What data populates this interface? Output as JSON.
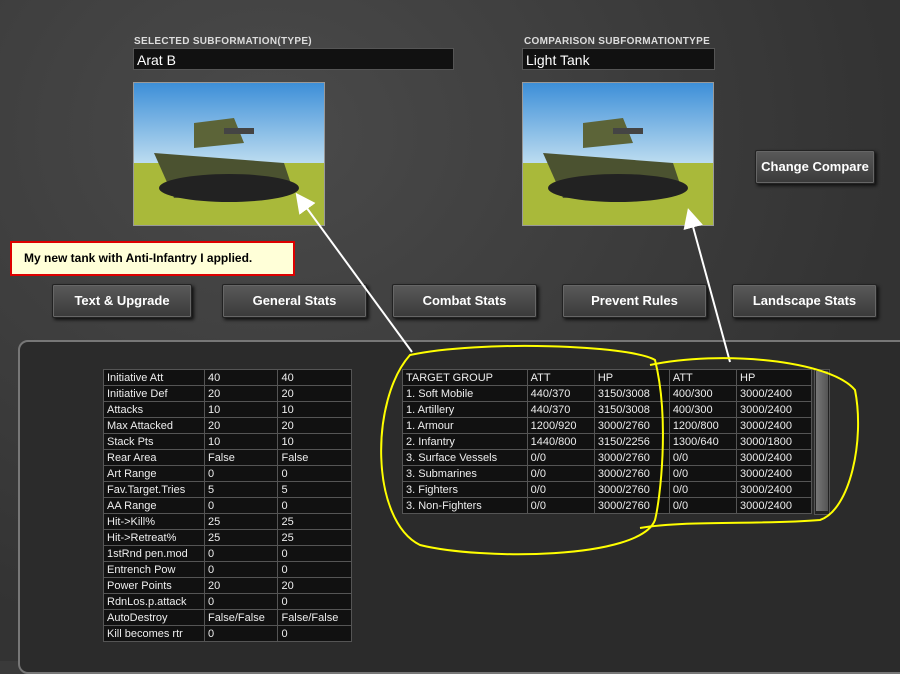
{
  "selected": {
    "label": "SELECTED SUBFORMATION(TYPE)",
    "value": "Arat B"
  },
  "comparison": {
    "label": "COMPARISON SUBFORMATIONTYPE",
    "value": "Light Tank"
  },
  "change_compare": "Change Compare",
  "callout": "My new tank with Anti-Infantry I applied.",
  "tabs": [
    "Text & Upgrade",
    "General Stats",
    "Combat Stats",
    "Prevent Rules",
    "Landscape Stats"
  ],
  "stats": [
    [
      "Initiative Att",
      "40",
      "40"
    ],
    [
      "Initiative Def",
      "20",
      "20"
    ],
    [
      "Attacks",
      "10",
      "10"
    ],
    [
      "Max Attacked",
      "20",
      "20"
    ],
    [
      "Stack Pts",
      "10",
      "10"
    ],
    [
      "Rear Area",
      "False",
      "False"
    ],
    [
      "Art Range",
      "0",
      "0"
    ],
    [
      "Fav.Target.Tries",
      "5",
      "5"
    ],
    [
      "AA Range",
      "0",
      "0"
    ],
    [
      "Hit->Kill%",
      "25",
      "25"
    ],
    [
      "Hit->Retreat%",
      "25",
      "25"
    ],
    [
      "1stRnd pen.mod",
      "0",
      "0"
    ],
    [
      "Entrench Pow",
      "0",
      "0"
    ],
    [
      "Power Points",
      "20",
      "20"
    ],
    [
      "RdnLos.p.attack",
      "0",
      "0"
    ],
    [
      "AutoDestroy",
      "False/False",
      "False/False"
    ],
    [
      "Kill becomes rtr",
      "0",
      "0"
    ]
  ],
  "targets": [
    [
      "TARGET GROUP",
      "ATT",
      "HP",
      "ATT",
      "HP"
    ],
    [
      "1. Soft Mobile",
      "440/370",
      "3150/3008",
      "400/300",
      "3000/2400"
    ],
    [
      "1. Artillery",
      "440/370",
      "3150/3008",
      "400/300",
      "3000/2400"
    ],
    [
      "1. Armour",
      "1200/920",
      "3000/2760",
      "1200/800",
      "3000/2400"
    ],
    [
      "2. Infantry",
      "1440/800",
      "3150/2256",
      "1300/640",
      "3000/1800"
    ],
    [
      "3. Surface Vessels",
      "0/0",
      "3000/2760",
      "0/0",
      "3000/2400"
    ],
    [
      "3. Submarines",
      "0/0",
      "3000/2760",
      "0/0",
      "3000/2400"
    ],
    [
      "3. Fighters",
      "0/0",
      "3000/2760",
      "0/0",
      "3000/2400"
    ],
    [
      "3. Non-Fighters",
      "0/0",
      "3000/2760",
      "0/0",
      "3000/2400"
    ]
  ],
  "colors": {
    "annotation": "#ffff00",
    "callout_border": "#dd0000"
  }
}
